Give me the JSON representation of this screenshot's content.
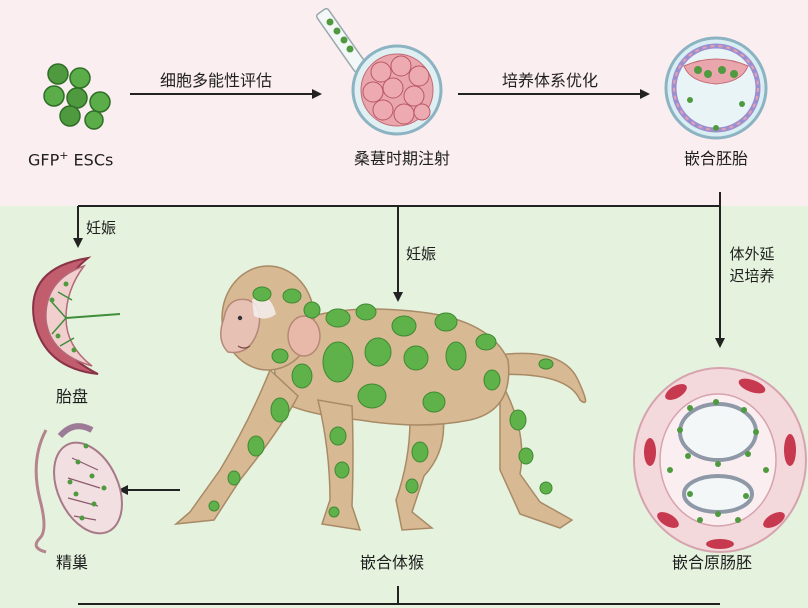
{
  "start": {
    "label_main": "GFP",
    "label_sup": "+",
    "label_tail": " ESCs"
  },
  "steps": {
    "pluripotency": "细胞多能性评估",
    "culture_opt": "培养体系优化",
    "pregnancy_left": "妊娠",
    "pregnancy_center": "妊娠",
    "extended_culture": "体外延迟培养"
  },
  "stages": {
    "morula": "桑葚时期注射",
    "chimeric_embryo": "嵌合胚胎",
    "placenta": "胎盘",
    "testis": "精巢",
    "chimeric_monkey": "嵌合体猴",
    "gastrula": "嵌合原肠胚"
  },
  "colors": {
    "top_band": "#fbeef0",
    "bottom_band": "#e4f2de",
    "gfp_green": "#58ad48",
    "monkey_fur": "#d7b993",
    "arrow": "#222222"
  }
}
